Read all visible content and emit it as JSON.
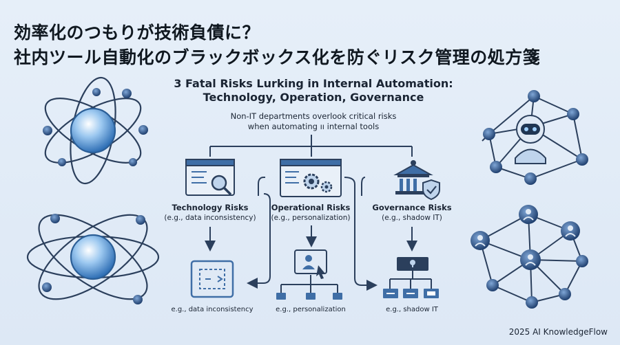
{
  "header": {
    "title_line1": "効率化のつもりが技術負債に？",
    "title_line2": "社内ツール自動化のブラックボックス化を防ぐリスク管理の処方箋"
  },
  "diagram": {
    "subtitle_line1": "3 Fatal Risks Lurking in Internal Automation:",
    "subtitle_line2": "Technology, Operation, Governance",
    "description_line1": "Non-IT departments overlook critical risks",
    "description_line2": "when automating ıı internal tools",
    "categories": [
      {
        "title": "Technology Risks",
        "example": "(e.g., data inconsistency)",
        "bottom_label": "e.g., data inconsistency",
        "icon": "search-window-icon"
      },
      {
        "title": "Operational Risks",
        "example": "(e.g., personalization)",
        "bottom_label": "e.g., personalization",
        "icon": "gear-window-icon"
      },
      {
        "title": "Governance Risks",
        "example": "(e.g., shadow IT)",
        "bottom_label": "e.g., shadow IT",
        "icon": "government-building-icon"
      }
    ]
  },
  "footer": {
    "credit": "2025 AI KnowledgeFlow"
  },
  "colors": {
    "line": "#2b3f5c",
    "accent": "#3f6ea6",
    "fill_light": "#bfd4ec"
  }
}
